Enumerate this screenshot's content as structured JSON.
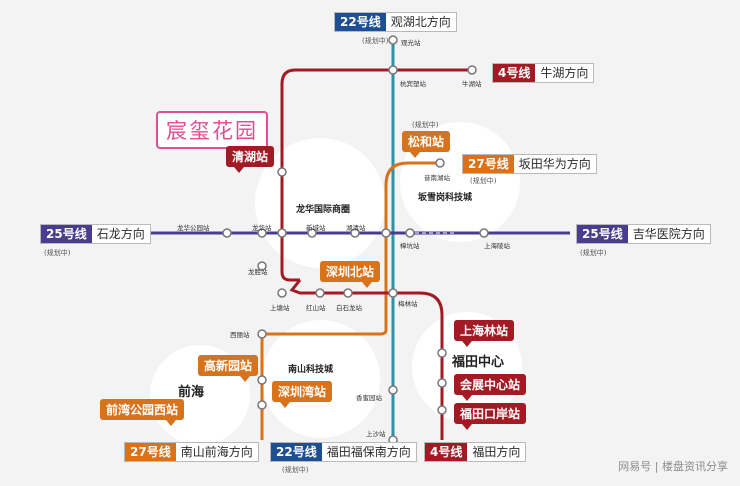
{
  "brand_title": "宸玺花园",
  "watermark": "网易号 | 楼盘资讯分享",
  "colors": {
    "line22": "#1d4f91",
    "line4": "#a21b24",
    "line25": "#4a3d8f",
    "line27": "#d8731c",
    "teal": "#2f90a8",
    "red": "#a21b24",
    "orange": "#d8731c"
  },
  "lines": {
    "l22_north": {
      "num": "22号线",
      "dir": "观湖北方向",
      "note": "(规划中)"
    },
    "l4_niuhu": {
      "num": "4号线",
      "dir": "牛湖方向"
    },
    "l27_bantian": {
      "num": "27号线",
      "dir": "坂田华为方向",
      "note": "(规划中)"
    },
    "l25_shilong": {
      "num": "25号线",
      "dir": "石龙方向",
      "note": "(规划中)"
    },
    "l25_jihua": {
      "num": "25号线",
      "dir": "吉华医院方向",
      "note": "(规划中)"
    },
    "l27_nanshan": {
      "num": "27号线",
      "dir": "南山前海方向"
    },
    "l22_south": {
      "num": "22号线",
      "dir": "福田福保南方向",
      "note": "(规划中)"
    },
    "l4_futian": {
      "num": "4号线",
      "dir": "福田方向"
    }
  },
  "tags": {
    "qinghu": "清湖站",
    "songhe": "松和站",
    "songhe_note": "(规划中)",
    "shenzhenbei": "深圳北站",
    "shanghailin": "上海林站",
    "huizhan": "会展中心站",
    "futiankouan": "福田口岸站",
    "gaoxinyuan": "高新园站",
    "shenzhenwan": "深圳湾站",
    "qianwan": "前湾公园西站"
  },
  "stations": {
    "guanguang": "观光站",
    "hongshan": "杭宾塑站",
    "niuhu": "牛湖站",
    "yinhu": "音南湖站",
    "longhua_park": "龙华公园站",
    "longhua": "龙华站",
    "xinshi": "新城站",
    "huqing": "湖清站",
    "zhangkeng": "樟坑站",
    "shanghai_st": "上海陵站",
    "longsheng": "龙胜站",
    "shangtang": "上塘站",
    "hongshan2": "红山站",
    "baishilong": "白石龙站",
    "xili": "西丽站",
    "meilin": "梅林站",
    "xiangmihu": "香蜜园站",
    "shangsha": "上沙站"
  },
  "areas": {
    "longhua_cbd": "龙华国际商圈",
    "bantian": "坂雪岗科技城",
    "nanshan": "南山科技城",
    "qianhai": "前海",
    "futian": "福田中心"
  }
}
